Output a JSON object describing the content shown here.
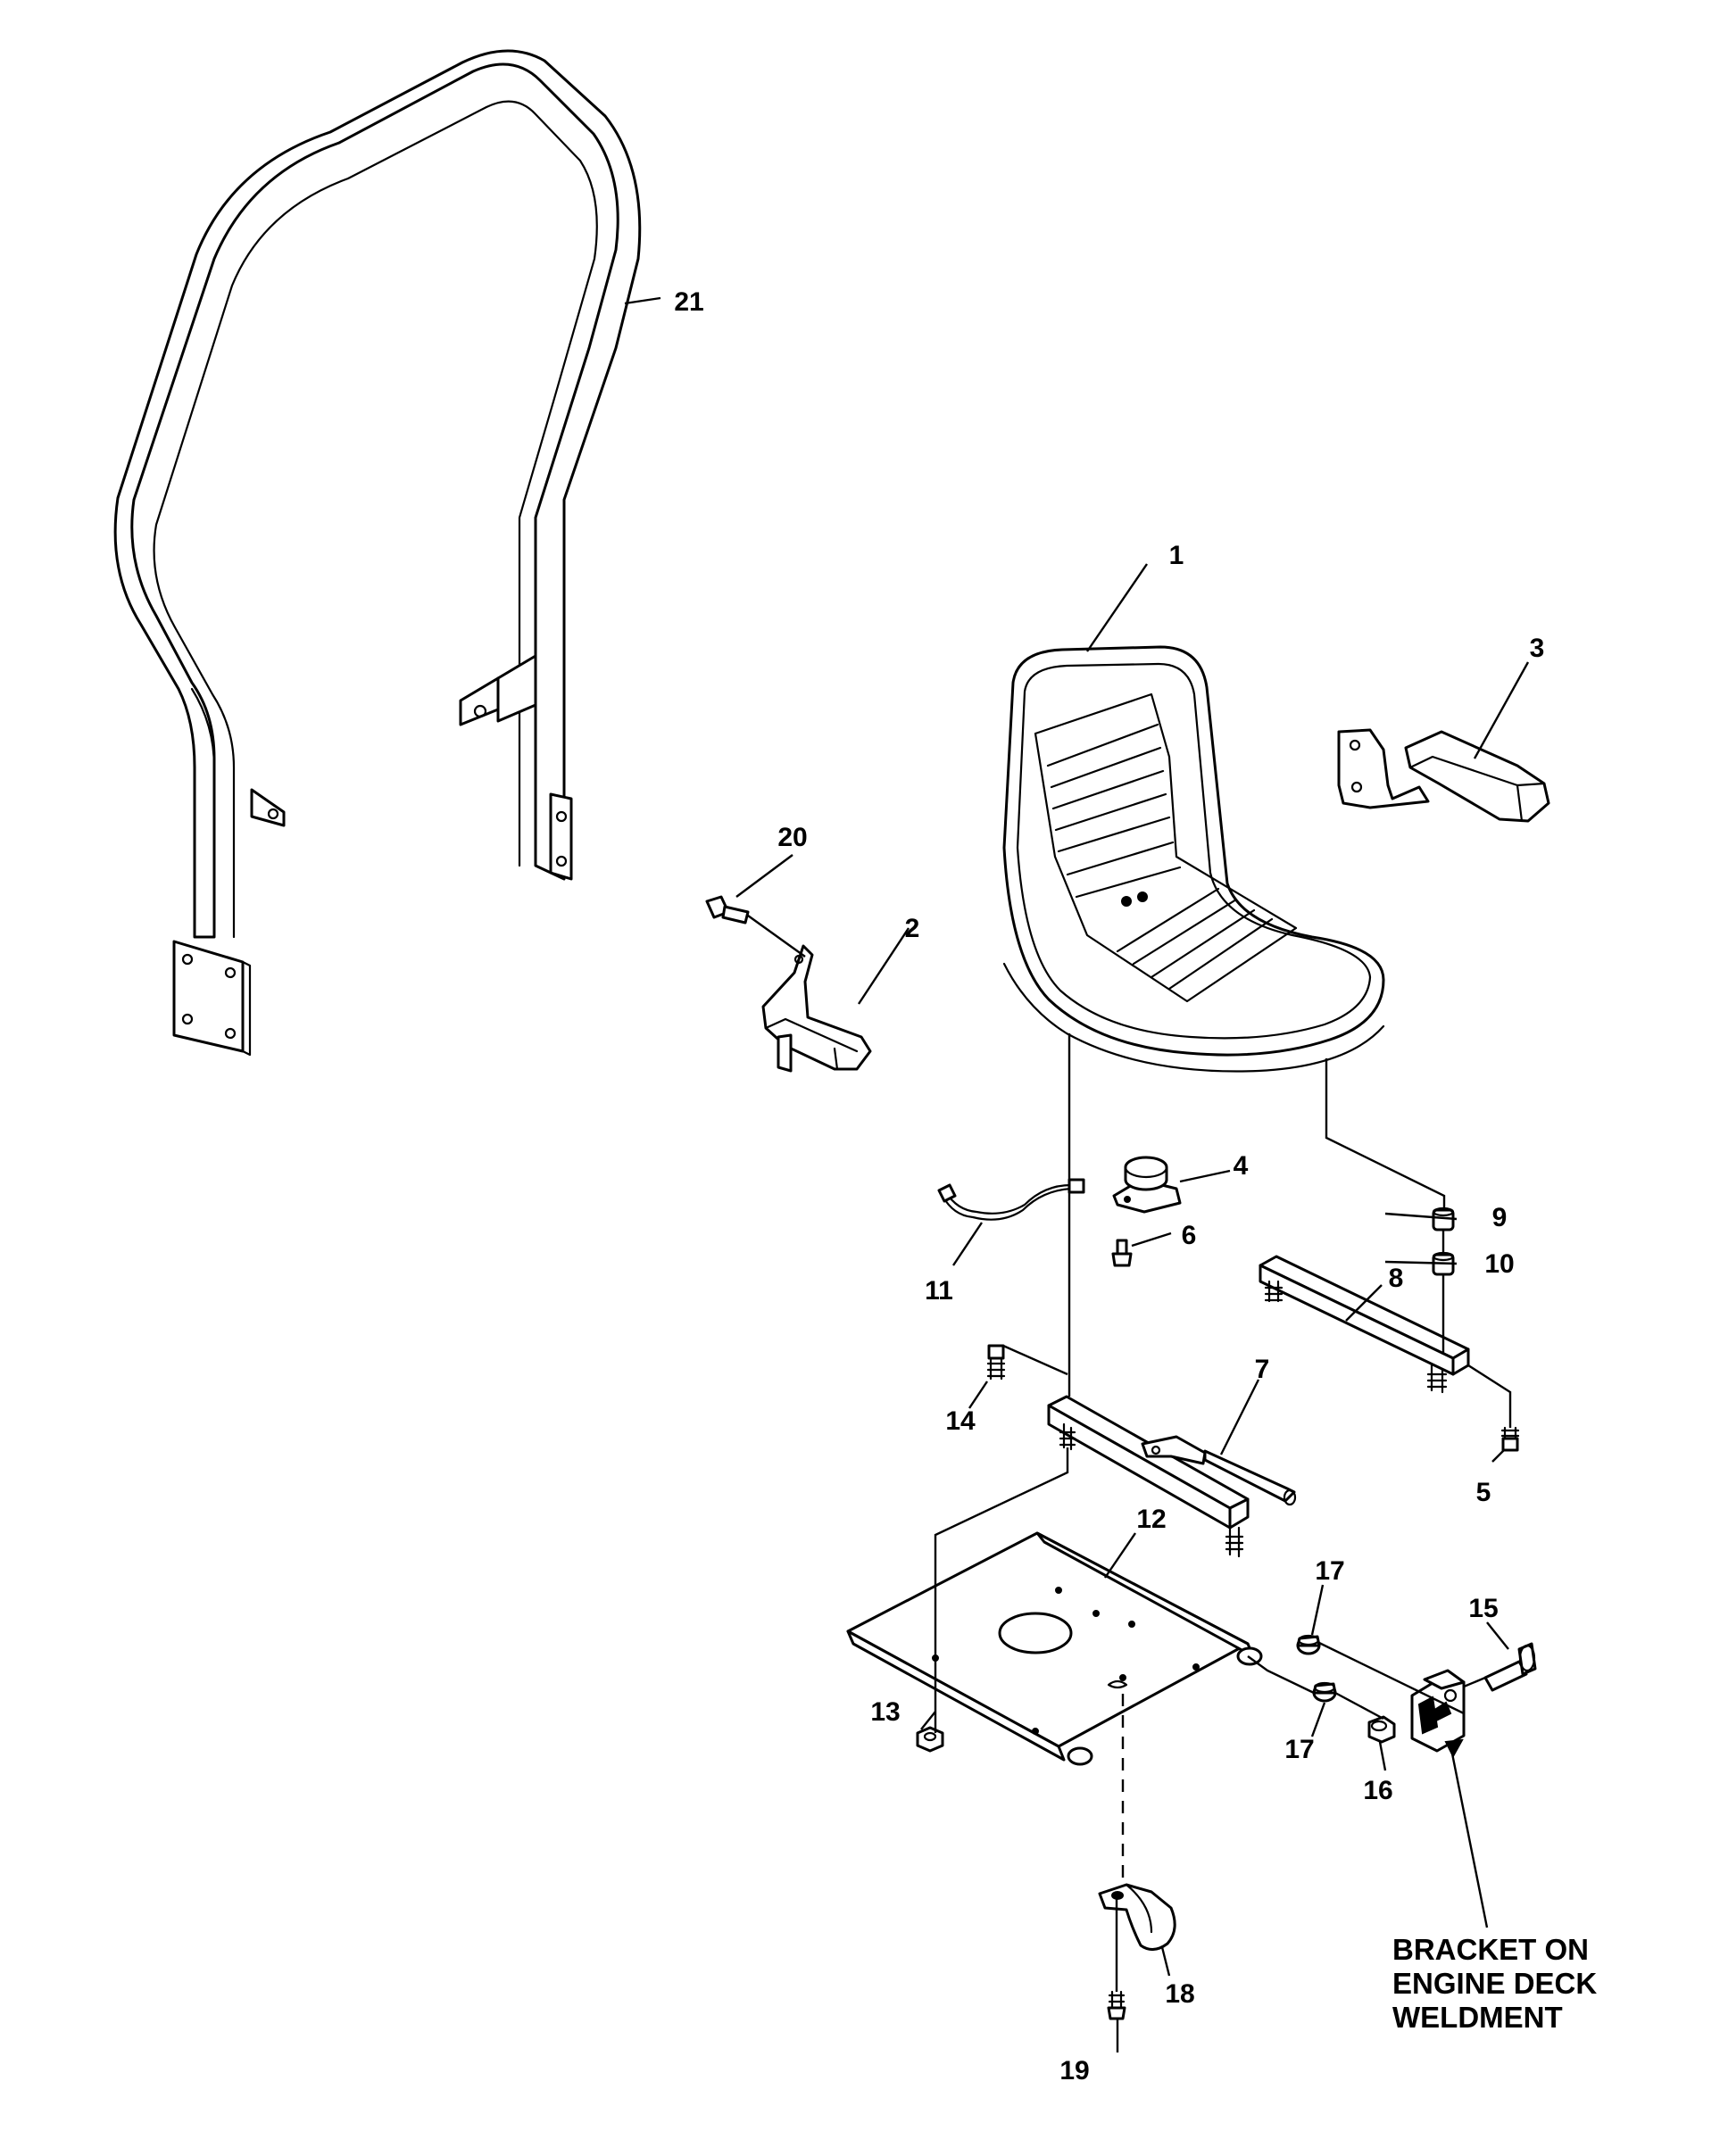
{
  "callouts": {
    "c1": "1",
    "c2": "2",
    "c3": "3",
    "c4": "4",
    "c5": "5",
    "c6": "6",
    "c7": "7",
    "c8": "8",
    "c9": "9",
    "c10": "10",
    "c11": "11",
    "c12": "12",
    "c13": "13",
    "c14": "14",
    "c15": "15",
    "c16": "16",
    "c17a": "17",
    "c17b": "17",
    "c18": "18",
    "c19": "19",
    "c20": "20",
    "c21": "21"
  },
  "note": {
    "line1": "BRACKET ON",
    "line2": "ENGINE DECK",
    "line3": "WELDMENT"
  }
}
